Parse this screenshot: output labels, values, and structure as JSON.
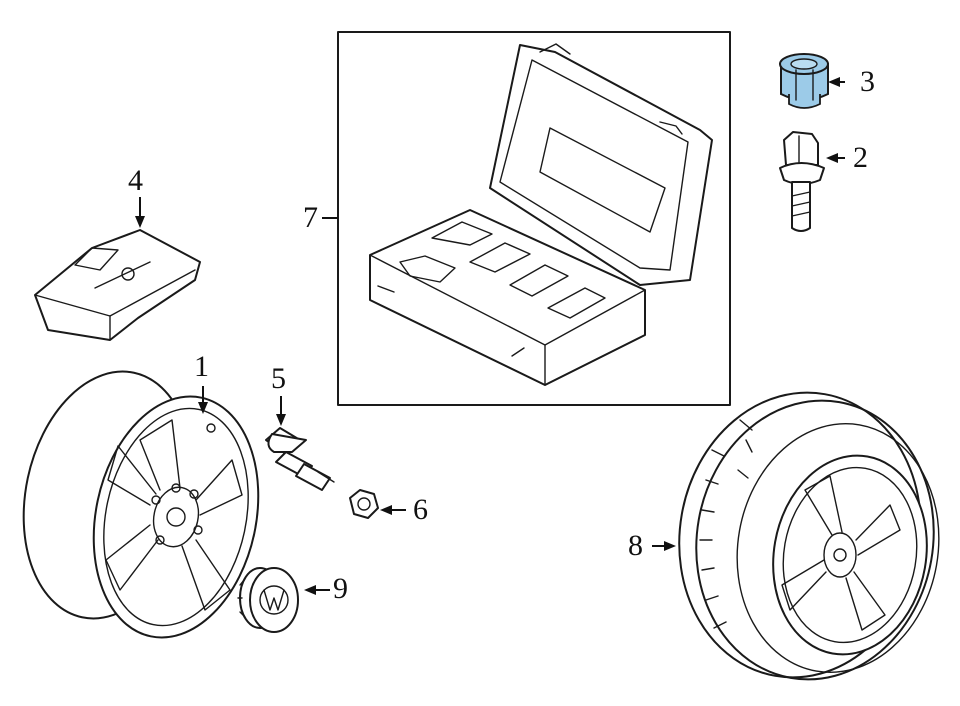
{
  "diagram": {
    "highlight_color": "#9ccbe8",
    "line_color": "#1a1a1a",
    "parts": [
      {
        "id": "wheel",
        "callout": "1",
        "icon": "alloy-wheel-icon"
      },
      {
        "id": "wheel-bolt",
        "callout": "2",
        "icon": "wheel-bolt-icon"
      },
      {
        "id": "lock-adapter",
        "callout": "3",
        "icon": "lock-adapter-icon",
        "highlighted": true
      },
      {
        "id": "tpms-sensor",
        "callout": "4",
        "icon": "tpms-sensor-icon"
      },
      {
        "id": "valve-stem",
        "callout": "5",
        "icon": "valve-stem-icon"
      },
      {
        "id": "valve-nut",
        "callout": "6",
        "icon": "valve-nut-icon"
      },
      {
        "id": "tool-kit-case",
        "callout": "7",
        "icon": "tool-case-icon"
      },
      {
        "id": "tire-wheel-assembly",
        "callout": "8",
        "icon": "tire-icon"
      },
      {
        "id": "center-cap",
        "callout": "9",
        "icon": "center-cap-icon"
      }
    ]
  }
}
